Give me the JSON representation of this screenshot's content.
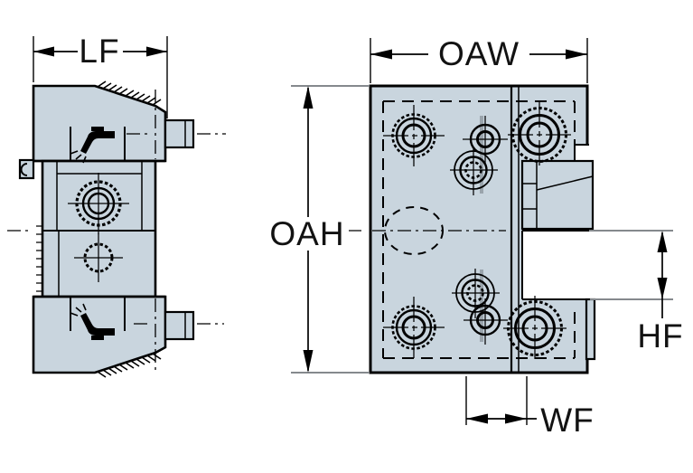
{
  "drawing": {
    "dimension_labels": {
      "lf": "LF",
      "oaw": "OAW",
      "oah": "OAH",
      "hf": "HF",
      "wf": "WF"
    },
    "colors": {
      "body_fill": "#c9d5de",
      "outline": "#000000",
      "extension_line_gray": "#85898d",
      "background": "#ffffff"
    }
  }
}
